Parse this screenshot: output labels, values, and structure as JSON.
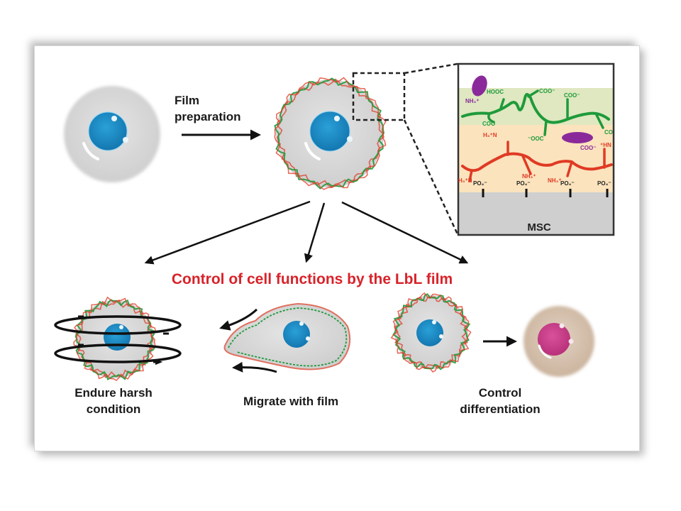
{
  "figure": {
    "top_label": [
      "Film",
      "preparation"
    ],
    "title": "Control of cell functions by the LbL film",
    "inset": {
      "substrate_label": "MSC",
      "green_polymer_groups": [
        "HOOC",
        "COO⁻",
        "COO⁻",
        "COO",
        "⁻OOC",
        "CO"
      ],
      "red_polymer_groups": [
        "H₃⁺N",
        "H₃⁺N",
        "NH₃⁺",
        "NH₃⁺",
        "⁺HN"
      ],
      "surface_groups": [
        "PO₄⁻",
        "PO₄⁻",
        "PO₄⁻",
        "PO₄⁻"
      ],
      "molecule_labels": [
        "NH₃⁺",
        "COO⁻"
      ]
    },
    "functions": [
      {
        "label_lines": [
          "Endure harsh",
          "condition"
        ]
      },
      {
        "label_lines": [
          "Migrate with film"
        ]
      },
      {
        "label_lines": [
          "Control",
          "differentiation"
        ]
      }
    ],
    "colors": {
      "title": "#d8232a",
      "nucleus": "#1c8fc7",
      "differentiated_nucleus": "#d0408a",
      "cell_body": "#d9d9d9",
      "differentiated_cell": "#d9c4b0",
      "polymer_red": "#e03a24",
      "polymer_green": "#1e9a3a"
    }
  }
}
